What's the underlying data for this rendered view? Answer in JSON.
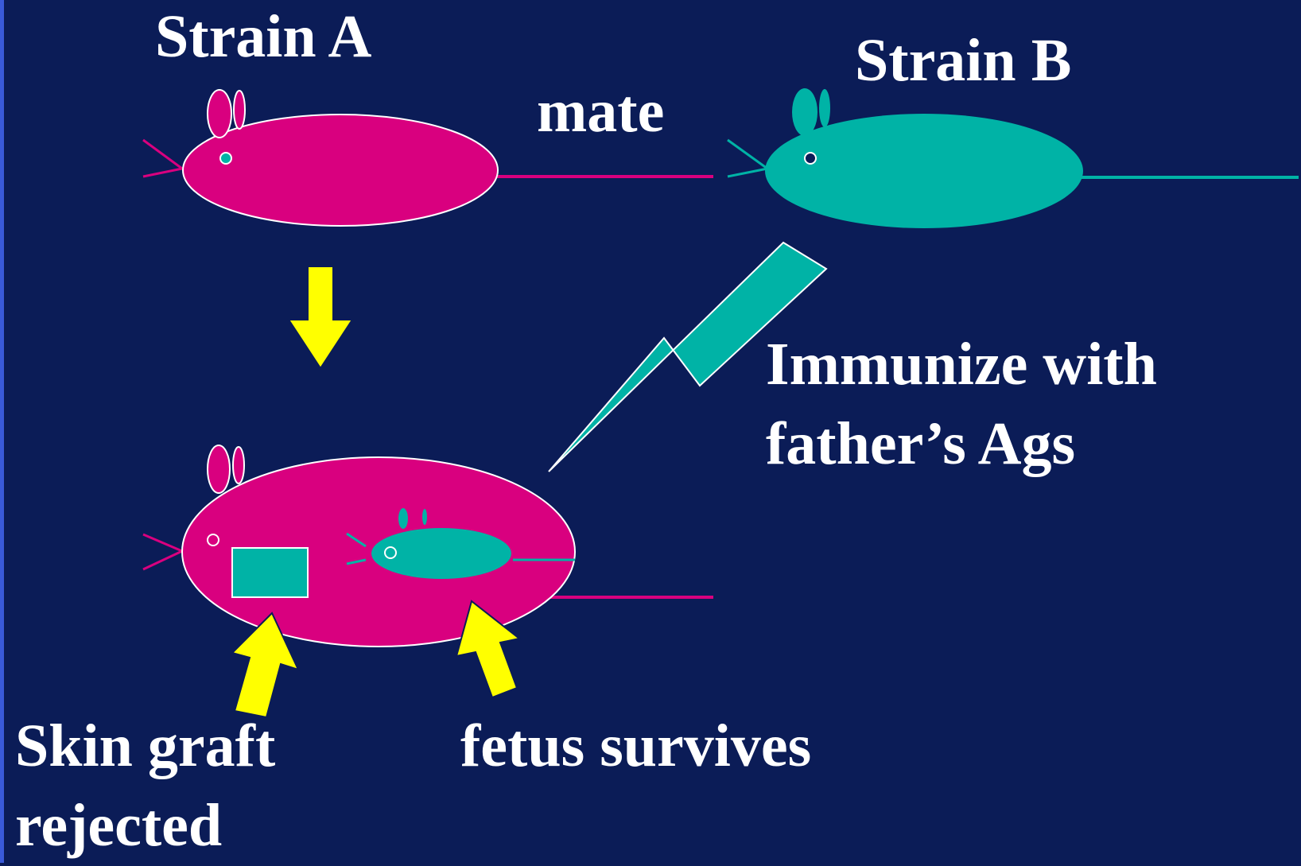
{
  "labels": {
    "strain_a": "Strain A",
    "strain_b": "Strain B",
    "mate": "mate",
    "immunize": "Immunize with",
    "immunize_2": "father’s Ags",
    "skin_graft": "Skin graft",
    "skin_graft_2": "rejected",
    "fetus": "fetus survives"
  },
  "colors": {
    "background": "#0b1c57",
    "strain_a": "#d9007f",
    "strain_b": "#00b3a6",
    "arrow": "#ffff00",
    "text": "#ffffff"
  },
  "icons": [
    "mouse-strain-a-icon",
    "mouse-strain-b-icon",
    "pregnant-mouse-icon",
    "fetus-mouse-icon",
    "skin-graft-icon",
    "arrow-icon"
  ]
}
